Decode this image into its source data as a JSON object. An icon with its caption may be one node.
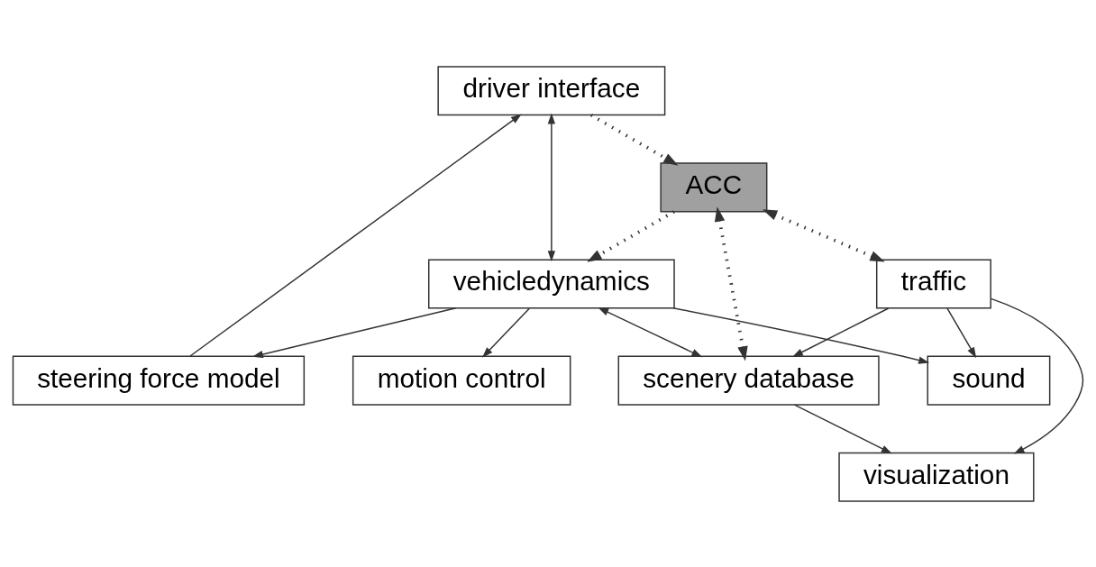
{
  "diagram": {
    "nodes": [
      {
        "text": [
          "driver interface"
        ]
      },
      {
        "text": [
          "visualization"
        ]
      },
      {
        "text": [
          "ACC"
        ]
      },
      {
        "text": [
          "vehicledynamics"
        ]
      },
      {
        "text": [
          "steering force model"
        ]
      },
      {
        "text": [
          "scenery database"
        ]
      },
      {
        "text": [
          "traffic"
        ]
      },
      {
        "text": [
          "sound"
        ]
      },
      {
        "text": [
          "motion control"
        ]
      }
    ],
    "edges": [
      {
        "from": 0,
        "to": 2,
        "arrow": "to",
        "style": "dashed"
      },
      {
        "from": 0,
        "to": 3,
        "arrow": "both"
      },
      {
        "from": 4,
        "to": 0,
        "arrow": "to"
      },
      {
        "from": 2,
        "to": 3,
        "arrow": "to",
        "style": "dashed"
      },
      {
        "from": 2,
        "to": 5,
        "arrow": "both",
        "style": "dashed"
      },
      {
        "from": 2,
        "to": 6,
        "arrow": "both",
        "style": "dashed"
      },
      {
        "from": 3,
        "to": 5,
        "arrow": "both"
      },
      {
        "from": 3,
        "to": 4,
        "arrow": "to"
      },
      {
        "from": 5,
        "to": 1,
        "arrow": "to"
      },
      {
        "from": 6,
        "to": 1,
        "arrow": "to"
      },
      {
        "from": 6,
        "to": 5,
        "arrow": "to"
      },
      {
        "from": 6,
        "to": 7,
        "arrow": "to"
      },
      {
        "from": 3,
        "to": 7,
        "arrow": "to"
      },
      {
        "from": 3,
        "to": 8,
        "arrow": "to"
      }
    ]
  }
}
